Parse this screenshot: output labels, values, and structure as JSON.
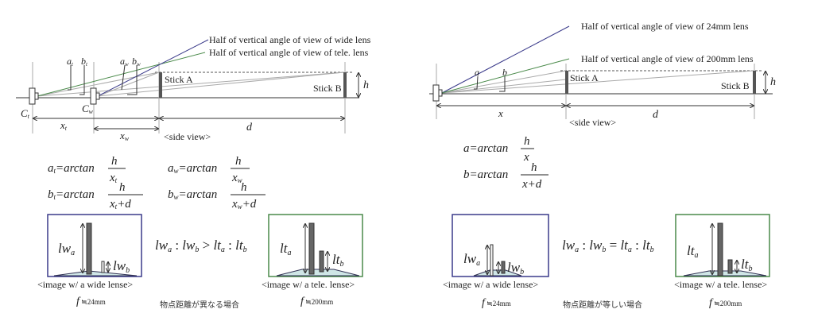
{
  "left": {
    "wide_label": "Half of vertical angle of view of wide lens",
    "tele_label": "Half of vertical angle of view of tele. lens",
    "stick_a": "Stick A",
    "stick_b": "Stick B",
    "h": "h",
    "cam_t": "C",
    "cam_t_sub": "t",
    "cam_w": "C",
    "cam_w_sub": "w",
    "at": "a",
    "at_sub": "t",
    "bt": "b",
    "bt_sub": "t",
    "aw": "a",
    "aw_sub": "w",
    "bw": "b",
    "bw_sub": "w",
    "xt": "x",
    "xt_sub": "t",
    "xw": "x",
    "xw_sub": "w",
    "d": "d",
    "side_view": "<side view>",
    "formulas": {
      "at_lhs": "a",
      "at_lhs_sub": "t",
      "eq": "=arctan",
      "at_num": "h",
      "at_den": "x",
      "at_den_sub": "t",
      "aw_lhs": "a",
      "aw_lhs_sub": "w",
      "aw_num": "h",
      "aw_den": "x",
      "aw_den_sub": "w",
      "bt_lhs": "b",
      "bt_lhs_sub": "t",
      "bt_num": "h",
      "bt_den": "x",
      "bt_den_sub": "t",
      "bt_den_tail": "+d",
      "bw_lhs": "b",
      "bw_lhs_sub": "w",
      "bw_num": "h",
      "bw_den": "x",
      "bw_den_sub": "w",
      "bw_den_tail": "+d"
    },
    "ratio": {
      "p1": "lw",
      "s1": "a",
      "c1": " : ",
      "p2": "lw",
      "s2": "b",
      "op": " > ",
      "p3": "lt",
      "s3": "a",
      "c2": " : ",
      "p4": "lt",
      "s4": "b"
    },
    "wide_img": {
      "l1": "lw",
      "s1": "a",
      "l2": "lw",
      "s2": "b",
      "caption": "<image w/ a wide lense>",
      "f": "f",
      "f_val": " ≒24mm"
    },
    "tele_img": {
      "l1": "lt",
      "s1": "a",
      "l2": "lt",
      "s2": "b",
      "caption": "<image w/ a tele. lense>",
      "f": "f",
      "f_val": " ≒200mm"
    },
    "note": "物点距離が異なる場合"
  },
  "right": {
    "wide_label": "Half of vertical angle of view of 24mm lens",
    "tele_label": "Half of vertical angle of view of 200mm lens",
    "stick_a": "Stick A",
    "stick_b": "Stick B",
    "h": "h",
    "a": "a",
    "b": "b",
    "x": "x",
    "d": "d",
    "side_view": "<side view>",
    "formulas": {
      "a_lhs": "a",
      "eq": "=arctan",
      "a_num": "h",
      "a_den": "x",
      "b_lhs": "b",
      "b_num": "h",
      "b_den": "x+d"
    },
    "ratio": {
      "p1": "lw",
      "s1": "a",
      "c1": " : ",
      "p2": "lw",
      "s2": "b",
      "op": " = ",
      "p3": "lt",
      "s3": "a",
      "c2": " : ",
      "p4": "lt",
      "s4": "b"
    },
    "wide_img": {
      "l1": "lw",
      "s1": "a",
      "l2": "lw",
      "s2": "b",
      "caption": "<image w/ a wide lense>",
      "f": "f",
      "f_val": " ≒24mm"
    },
    "tele_img": {
      "l1": "lt",
      "s1": "a",
      "l2": "lt",
      "s2": "b",
      "caption": "<image w/ a tele. lense>",
      "f": "f",
      "f_val": " ≒200mm"
    },
    "note": "物点距離が等しい場合"
  },
  "colors": {
    "wide": "#3a3a8a",
    "tele": "#4a8a4a",
    "stick": "#666666",
    "ground": "#cfe6e6"
  }
}
